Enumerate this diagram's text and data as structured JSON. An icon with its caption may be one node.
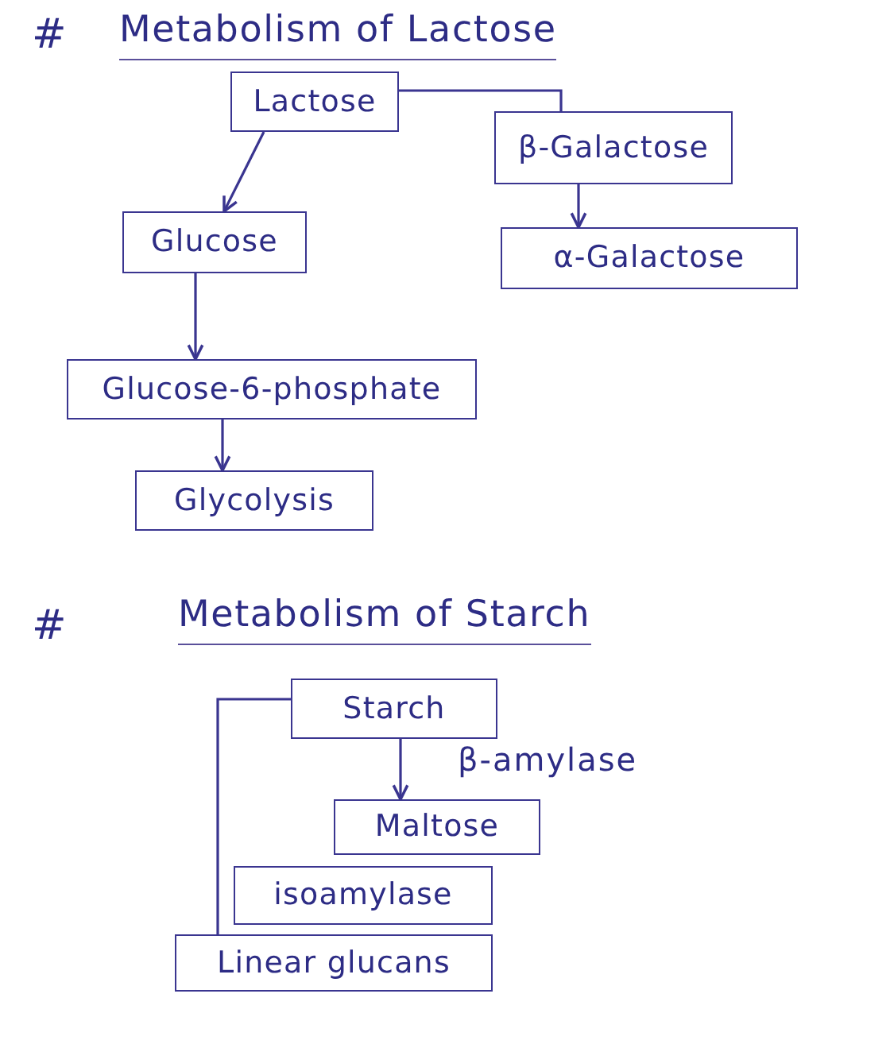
{
  "diagram": {
    "nodes": [
      {
        "text": [
          "Lactose"
        ]
      },
      {
        "text": [
          "β-Galactose"
        ]
      },
      {
        "text": [
          "Glucose"
        ]
      },
      {
        "text": [
          "α-Galactose"
        ]
      },
      {
        "text": [
          "Glucose-6-phosphate"
        ]
      },
      {
        "text": [
          "Glycolysis"
        ]
      },
      {
        "text": [
          "Starch"
        ]
      },
      {
        "text": [
          "Maltose"
        ]
      },
      {
        "text": [
          "isoamylase"
        ]
      },
      {
        "text": [
          "Linear glucans"
        ]
      }
    ],
    "edges": [
      {
        "from": 0,
        "to": 2,
        "arrow": "to"
      },
      {
        "from": 0,
        "to": 1,
        "arrow": "none"
      },
      {
        "from": 1,
        "to": 3,
        "arrow": "to"
      },
      {
        "from": 2,
        "to": 4,
        "arrow": "to"
      },
      {
        "from": 4,
        "to": 5,
        "arrow": "to"
      },
      {
        "from": 6,
        "to": 7,
        "arrow": "to",
        "label": "β-amylase"
      },
      {
        "from": 6,
        "to": 9,
        "arrow": "none"
      }
    ],
    "labels": [
      "#",
      "Metabolism of Lactose",
      "#",
      "Metabolism of Starch"
    ]
  }
}
